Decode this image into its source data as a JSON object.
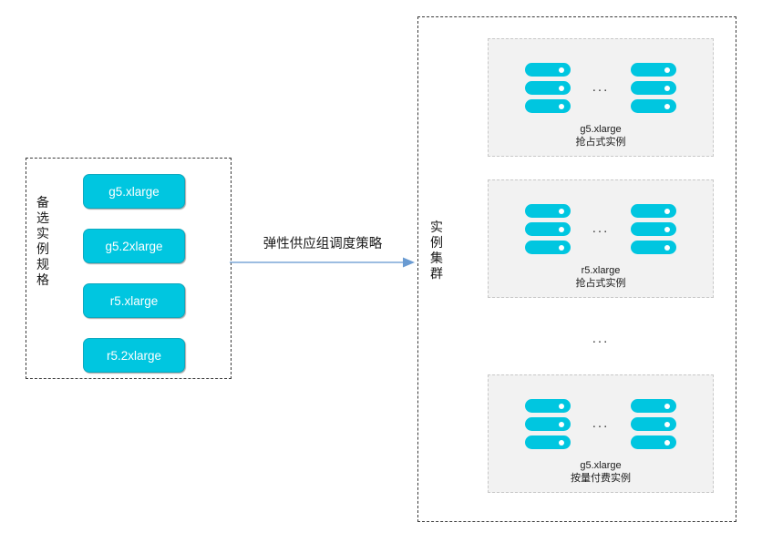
{
  "diagram": {
    "left_panel": {
      "title_vertical": "备选实例规格",
      "specs": [
        {
          "label": "g5.xlarge"
        },
        {
          "label": "g5.2xlarge"
        },
        {
          "label": "r5.xlarge"
        },
        {
          "label": "r5.2xlarge"
        }
      ]
    },
    "flow": {
      "label": "弹性供应组调度策略",
      "arrow_icon": "arrow-right-icon",
      "arrow_color": "#7ba7d7"
    },
    "right_panel": {
      "title_vertical": "实例集群",
      "between_groups_ellipsis": "...",
      "groups": [
        {
          "instance_type": "g5.xlarge",
          "billing_label": "抢占式实例",
          "icon": "server-stack-icon",
          "icon_ellipsis": "..."
        },
        {
          "instance_type": "r5.xlarge",
          "billing_label": "抢占式实例",
          "icon": "server-stack-icon",
          "icon_ellipsis": "..."
        },
        {
          "instance_type": "g5.xlarge",
          "billing_label": "按量付费实例",
          "icon": "server-stack-icon",
          "icon_ellipsis": "..."
        }
      ]
    },
    "colors": {
      "accent_cyan": "#00c6e0",
      "arrow_blue": "#7ba7d7",
      "group_fill": "#f2f2f2",
      "dashed_border": "#3b3b3b",
      "group_border": "#c8c8c8"
    }
  }
}
